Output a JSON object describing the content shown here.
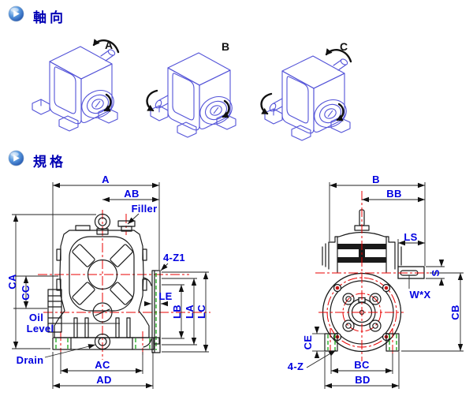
{
  "sections": {
    "axial_title": "軸向",
    "spec_title": "規格"
  },
  "axial": {
    "labels": [
      "A",
      "B",
      "C"
    ]
  },
  "front_view": {
    "labels": {
      "a": "A",
      "ab": "AB",
      "filler": "Filler",
      "ca": "CA",
      "cc": "CC",
      "oil1": "Oil",
      "oil2": "Level",
      "drain": "Drain",
      "ac": "AC",
      "ad": "AD",
      "z1": "4-Z1",
      "le": "LE",
      "lb": "LB",
      "la": "LA",
      "lc": "LC"
    }
  },
  "side_view": {
    "labels": {
      "b": "B",
      "bb": "BB",
      "ls": "LS",
      "s": "S",
      "wx": "W*X",
      "cb": "CB",
      "ce": "CE",
      "z": "4-Z",
      "bc": "BC",
      "bd": "BD"
    }
  },
  "colors": {
    "label_blue": "#0000e0",
    "header_blue": "#0000b4",
    "line_black": "#1a1a1a",
    "centerline_red": "#e80000",
    "hatch_green": "#00a000",
    "iso_blue": "#5454d8",
    "bolt_dot_red": "#c81414"
  }
}
